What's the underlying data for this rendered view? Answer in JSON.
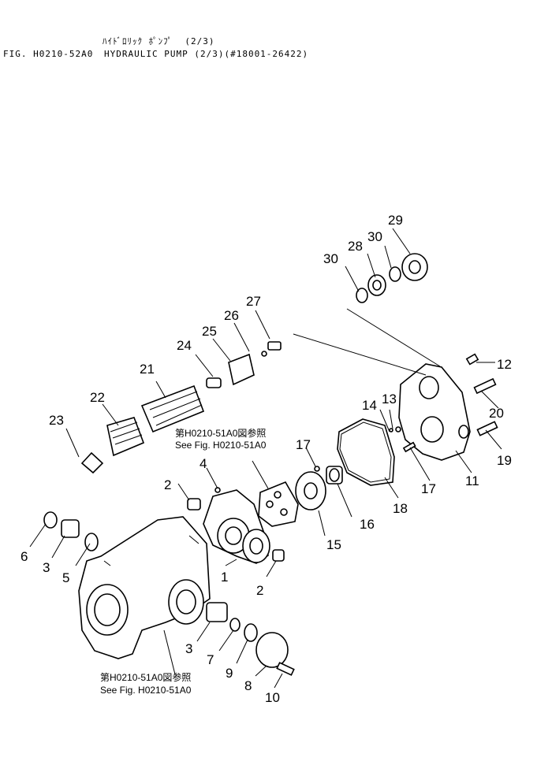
{
  "header": {
    "japanese_title": "ﾊｲﾄﾞﾛﾘｯｸ ﾎﾟﾝﾌﾟ  (2/3)",
    "figure_id": "FIG. H0210-52A0",
    "figure_title": "HYDRAULIC PUMP (2/3)(#18001-26422)"
  },
  "notes": {
    "upper_jp": "第H0210-51A0図参照",
    "upper_en": "See Fig. H0210-51A0",
    "lower_jp": "第H0210-51A0図参照",
    "lower_en": "See Fig. H0210-51A0"
  },
  "callouts": [
    "29",
    "30",
    "28",
    "30",
    "27",
    "26",
    "25",
    "24",
    "21",
    "22",
    "23",
    "12",
    "14",
    "13",
    "20",
    "19",
    "17",
    "11",
    "18",
    "16",
    "15",
    "17",
    "4",
    "2",
    "1",
    "2",
    "6",
    "3",
    "5",
    "3",
    "7",
    "9",
    "8",
    "10"
  ]
}
